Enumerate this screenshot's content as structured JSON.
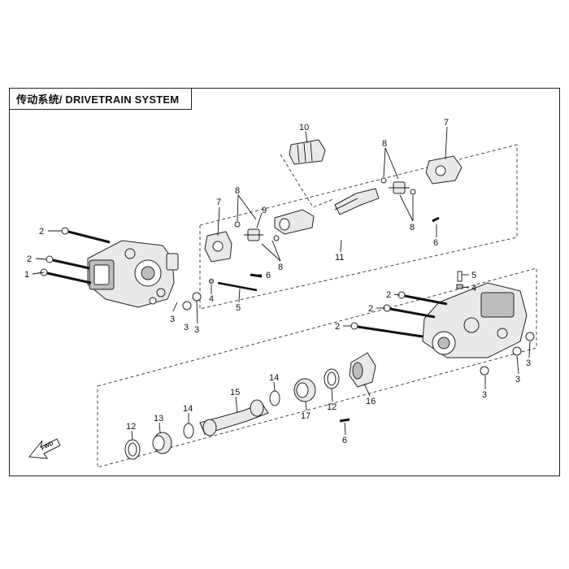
{
  "title": "传动系统/ DRIVETRAIN SYSTEM",
  "fwd_label": "FWD",
  "callouts": [
    "1",
    "2",
    "3",
    "4",
    "5",
    "6",
    "7",
    "8",
    "9",
    "10",
    "11",
    "12",
    "13",
    "14",
    "15",
    "16",
    "17"
  ]
}
